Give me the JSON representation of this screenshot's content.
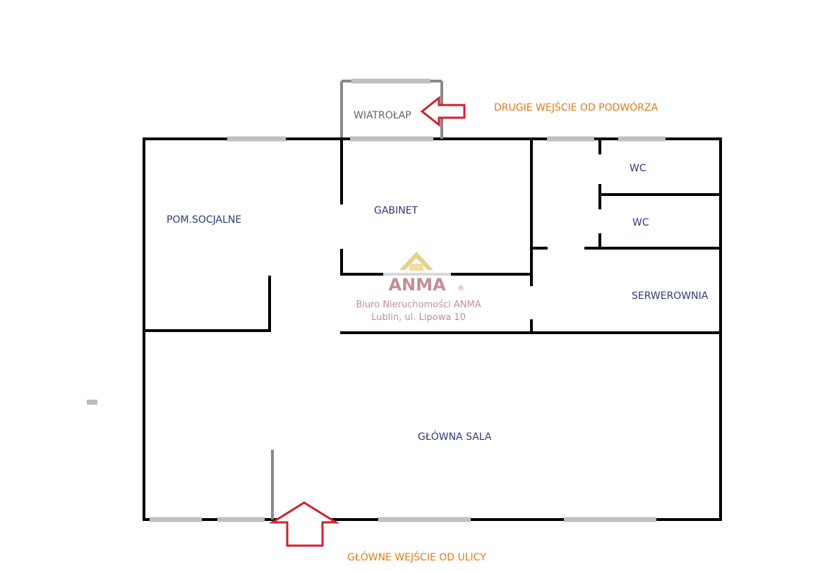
{
  "rooms": {
    "wiatrolap": "WIATROŁAP",
    "pom_socjalne": "POM.SOCJALNE",
    "gabinet": "GABINET",
    "wc_1": "WC",
    "wc_2": "WC",
    "serwerownia": "SERWEROWNIA",
    "glowna_sala": "GŁÓWNA SALA"
  },
  "entrances": {
    "second": "DRUGIE WEJŚCIE OD PODWÓRZA",
    "main": "GŁÓWNE WEJŚCIE OD ULICY"
  },
  "watermark": {
    "logo": "ANMA",
    "registered": "®",
    "line1": "Biuro Nieruchomości ANMA",
    "line2": "Lublin, ul. Lipowa 10"
  },
  "colors": {
    "walls": "#000000",
    "windows": "#c0c0c0",
    "room_labels": "#2e3a78",
    "entrance_labels": "#e07b1a",
    "arrows": "#d0202a"
  }
}
